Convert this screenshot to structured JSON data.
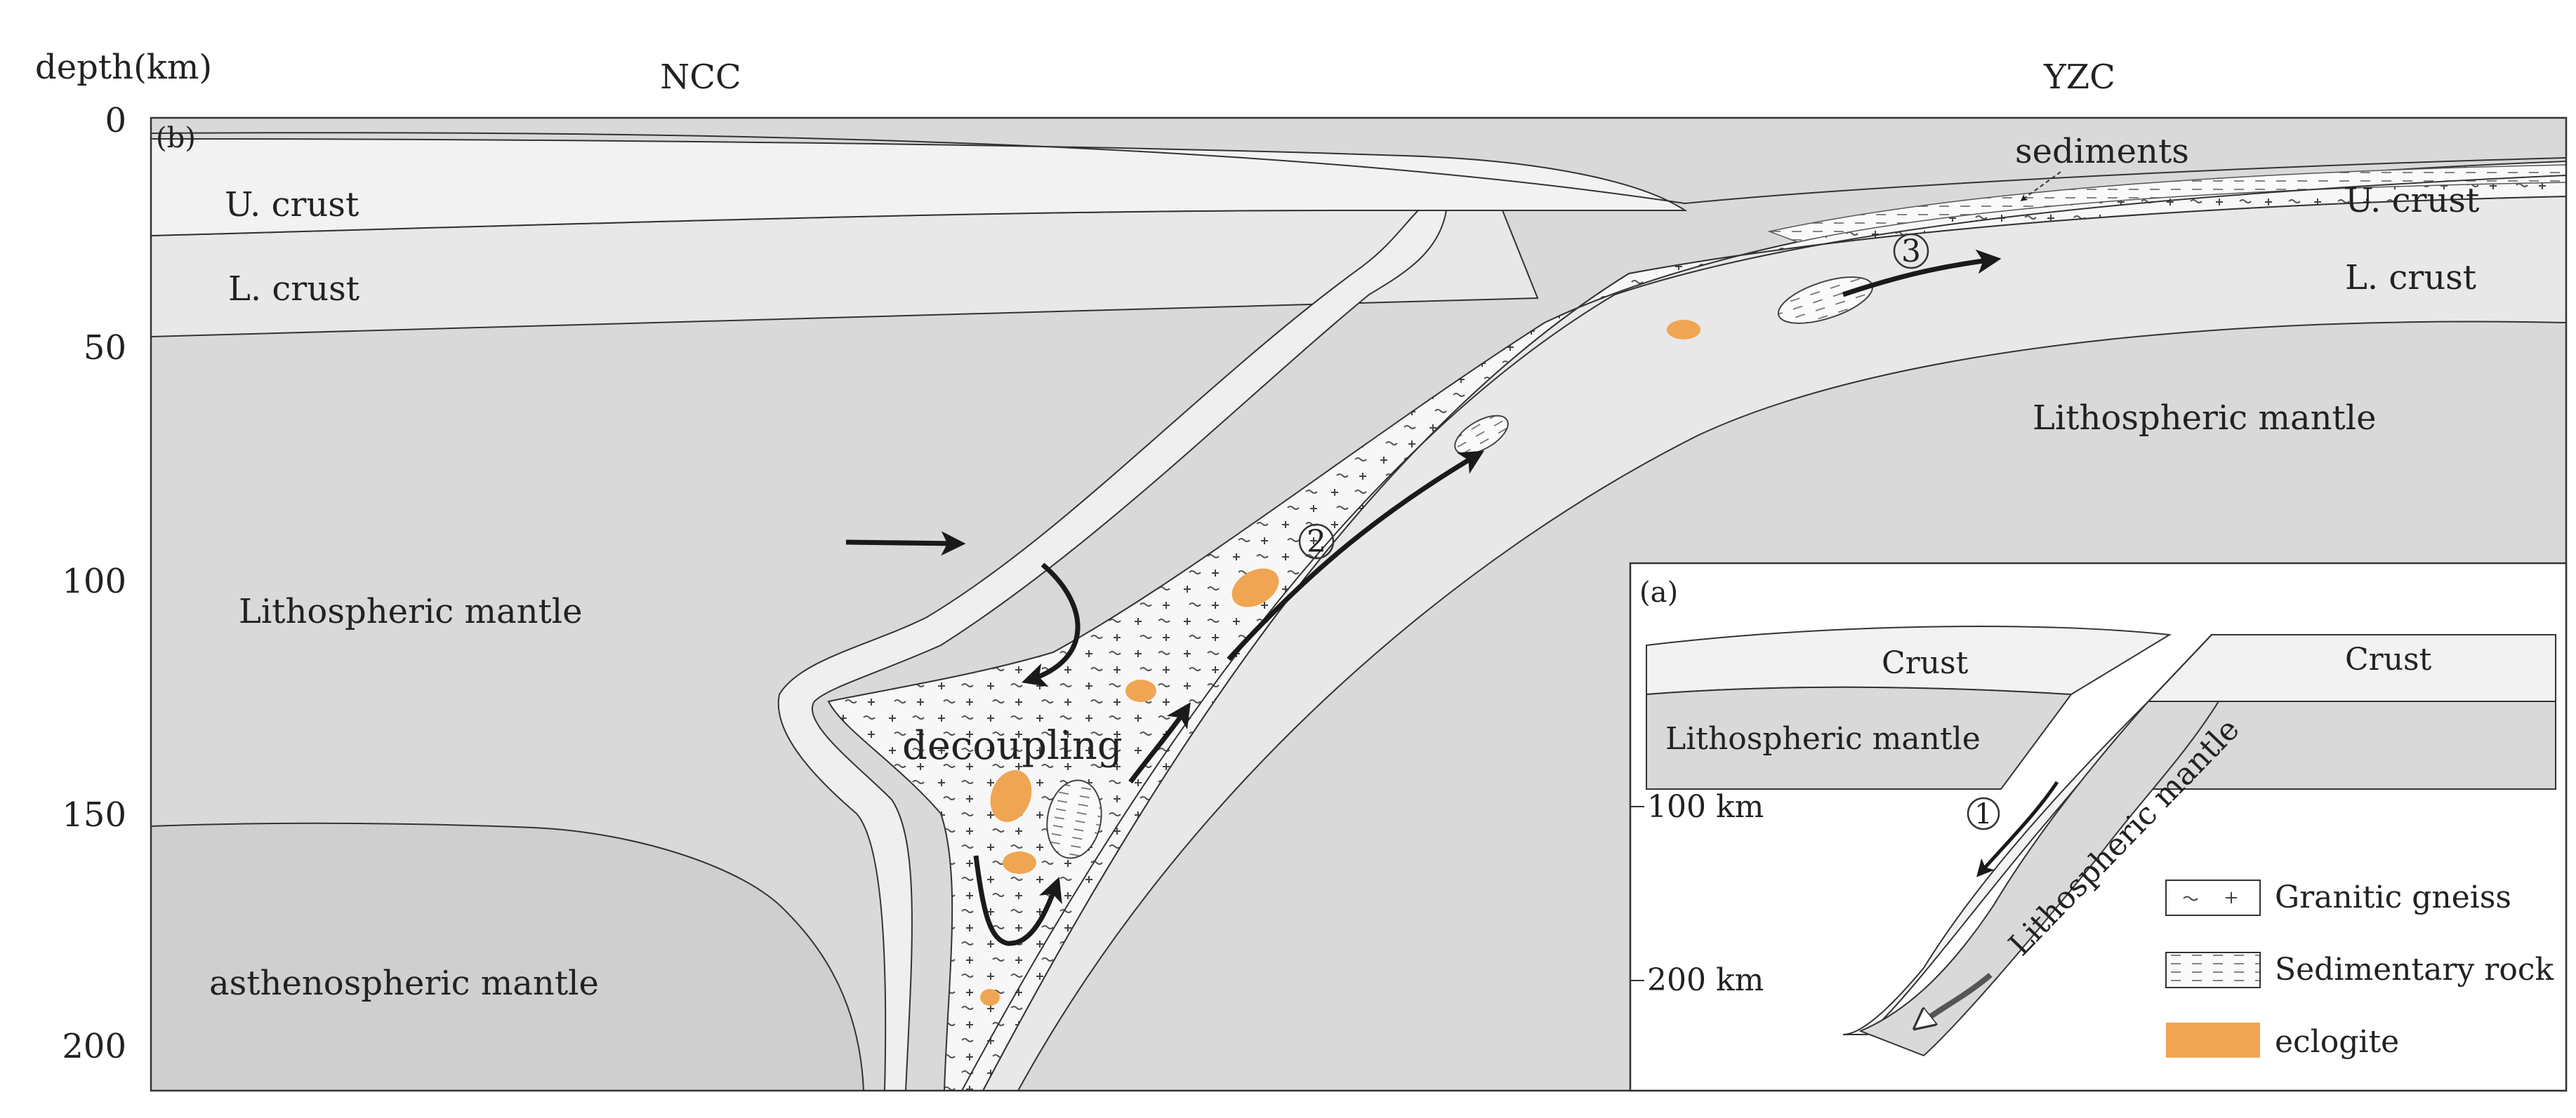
{
  "axis": {
    "title": "depth(km)",
    "ticks": [
      "0",
      "50",
      "100",
      "150",
      "200"
    ]
  },
  "regions": {
    "ncc": "NCC",
    "yzc": "YZC"
  },
  "panel_b": {
    "tag": "(b)",
    "labels": {
      "sediments": "sediments",
      "u_crust_left": "U. crust",
      "l_crust_left": "L. crust",
      "u_crust_right": "U. crust",
      "l_crust_right": "L. crust",
      "lith_mantle_left": "Lithospheric mantle",
      "lith_mantle_right": "Lithospheric mantle",
      "asthenospheric_mantle": "asthenospheric mantle",
      "decoupling": "decoupling"
    },
    "stages": [
      "2",
      "3"
    ]
  },
  "panel_a": {
    "tag": "(a)",
    "labels": {
      "crust_left": "Crust",
      "crust_right": "Crust",
      "lith_mantle": "Lithospheric mantle",
      "slab_mantle": "Lithospheric mantle",
      "depth_100": "100 km",
      "depth_200": "200 km"
    },
    "stage": "1"
  },
  "legend": [
    {
      "label": "Granitic gneiss",
      "pattern": "gneiss"
    },
    {
      "label": "Sedimentary rock",
      "pattern": "sedimentary"
    },
    {
      "label": "eclogite",
      "pattern": "eclogite"
    }
  ],
  "colors": {
    "crust": "#f2f2f2",
    "lower_crust": "#e8e8e8",
    "mantle": "#d9d9d9",
    "asthenosphere": "#cfcfcf",
    "eclogite": "#f0a552",
    "line": "#333333",
    "arrow": "#1a1a1a"
  }
}
